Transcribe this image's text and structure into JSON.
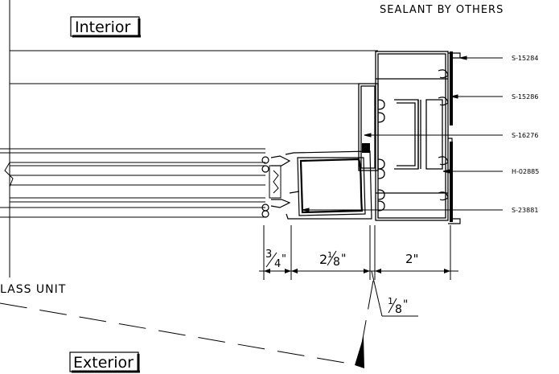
{
  "room_labels": {
    "interior": "Interior",
    "exterior": "Exterior"
  },
  "notes": {
    "sealant": "SEALANT  BY  OTHERS",
    "glass_unit": "LASS  UNIT"
  },
  "part_callouts": [
    "S-15284",
    "S-15286",
    "S-16276",
    "H-02885",
    "S-23881"
  ],
  "dimensions": {
    "d1_whole": "3",
    "d1_den": "4",
    "d1_unit": "\"",
    "d2_whole": "2",
    "d2_num": "1",
    "d2_den": "8",
    "d2_unit": "\"",
    "d3": "2\"",
    "d4_num": "1",
    "d4_den": "8",
    "d4_unit": "\""
  }
}
